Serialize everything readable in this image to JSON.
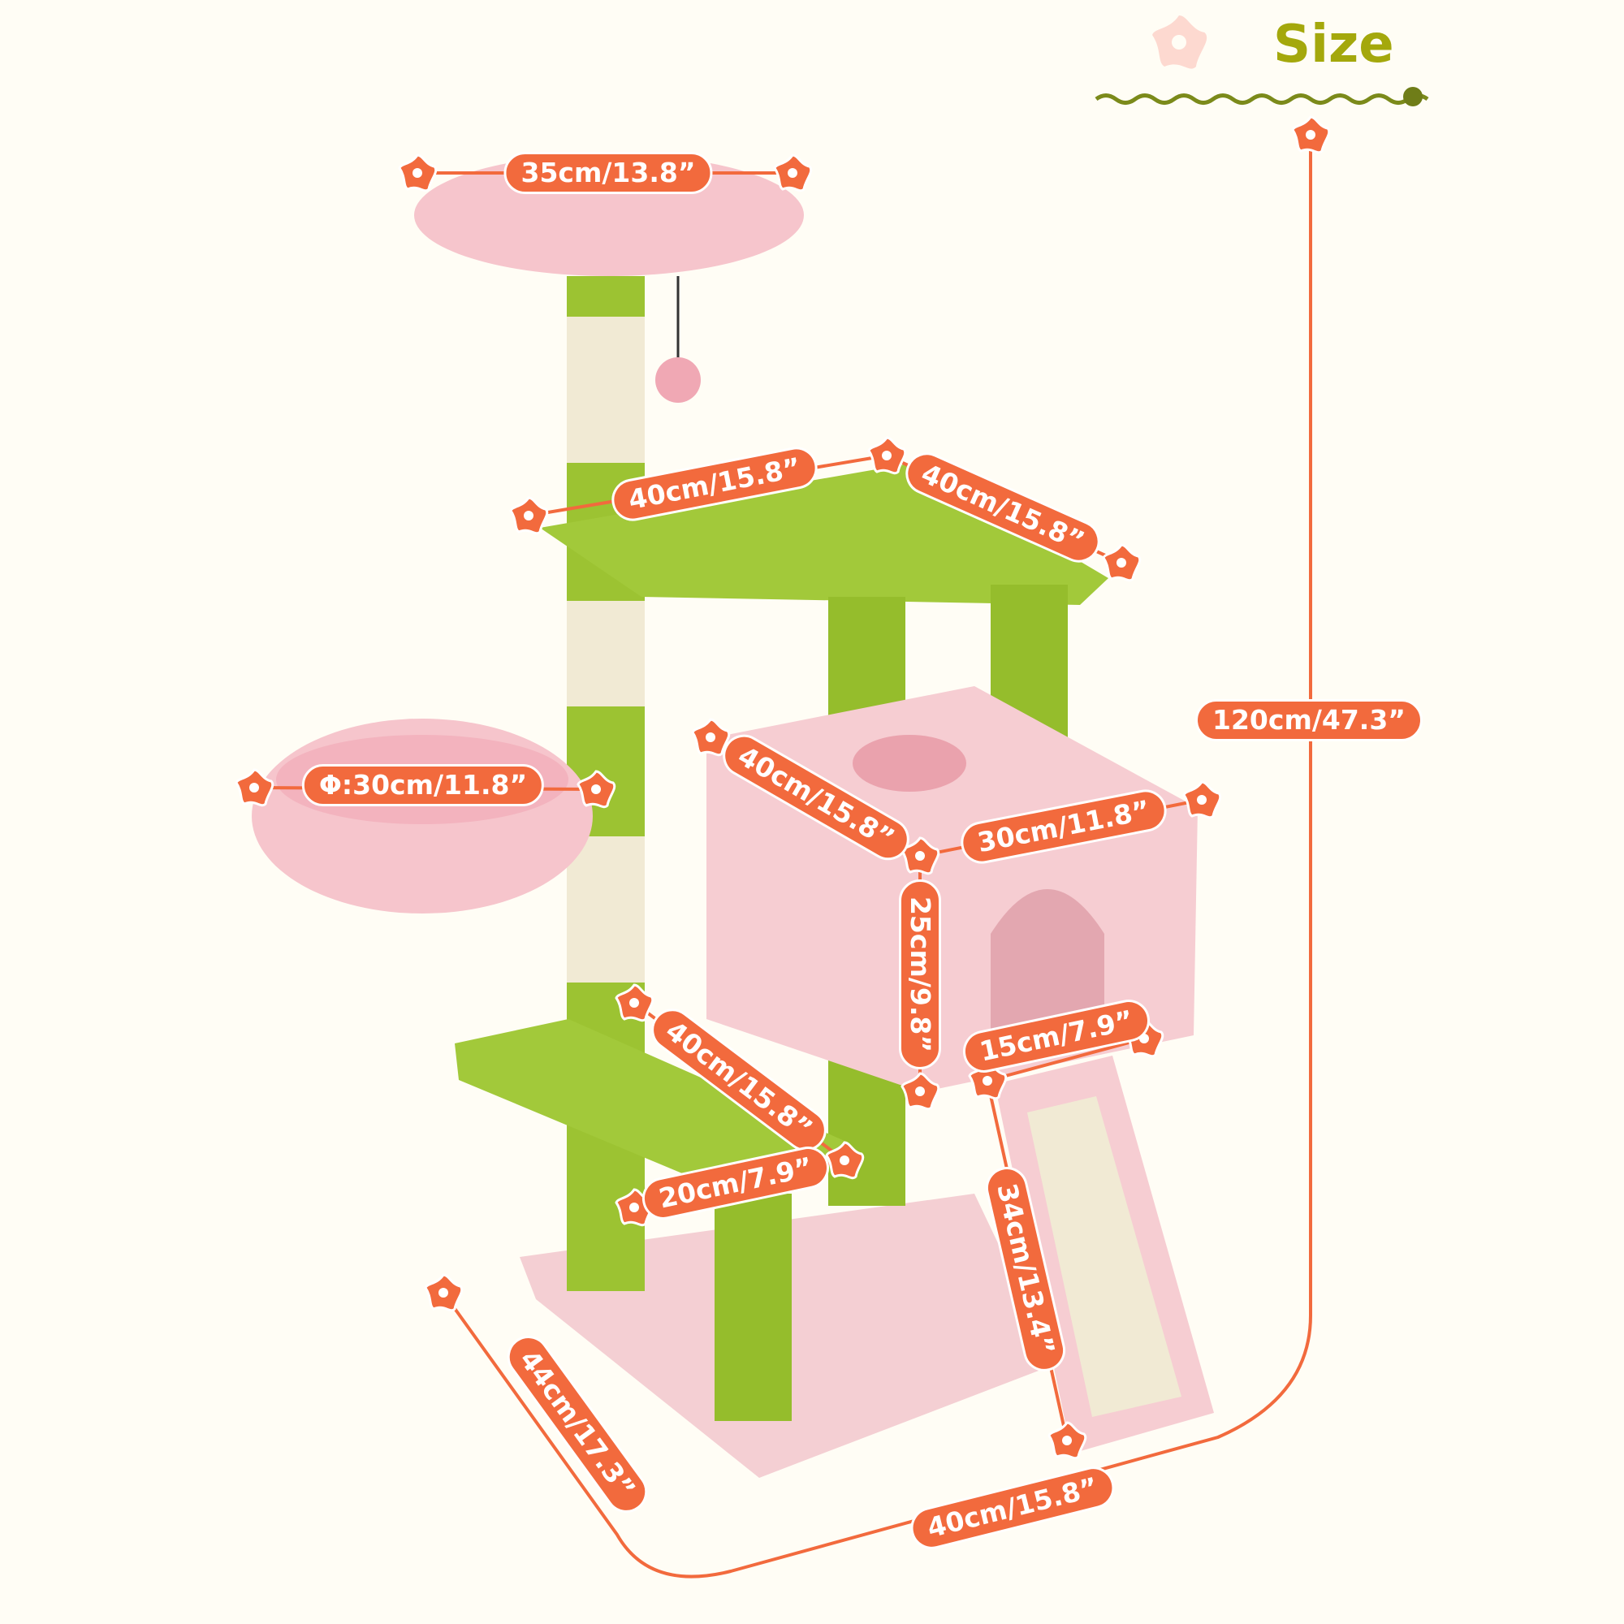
{
  "title": "Size",
  "colors": {
    "accent": "#f26a3d",
    "title": "#a4a80c",
    "green": "#9cc332",
    "pink": "#f6cdd2",
    "sisal": "#f1ead4",
    "background": "#fffdf5"
  },
  "icons": [
    "flower-marker-icon",
    "leaf-icon",
    "wavy-divider"
  ],
  "dimensions": {
    "top_perch_width": "35cm/13.8”",
    "platform_width": "40cm/15.8”",
    "platform_depth": "40cm/15.8”",
    "total_height": "120cm/47.3”",
    "basket_diameter": "Φ:30cm/11.8”",
    "condo_width": "40cm/15.8”",
    "condo_depth": "30cm/11.8”",
    "condo_height": "25cm/9.8”",
    "ramp_width": "15cm/7.9”",
    "step_length": "40cm/15.8”",
    "step_width": "20cm/7.9”",
    "ramp_length": "34cm/13.4”",
    "base_depth": "44cm/17.3”",
    "base_width": "40cm/15.8”"
  }
}
